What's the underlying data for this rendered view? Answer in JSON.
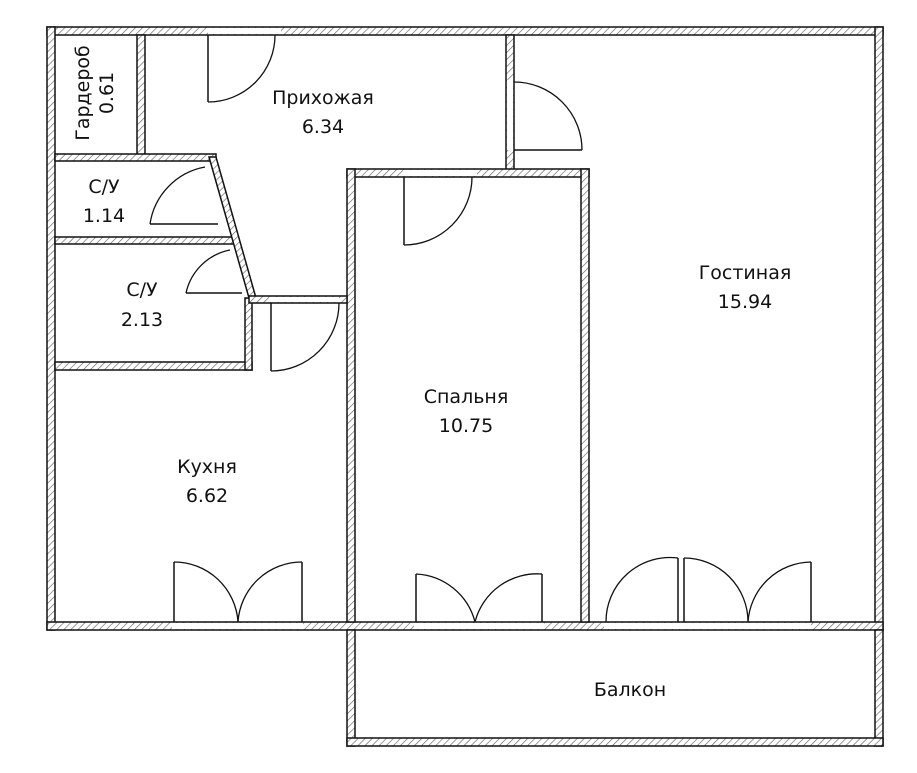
{
  "plan": {
    "rooms": [
      {
        "id": "wardrobe",
        "name": "Гардероб",
        "area": "0.61"
      },
      {
        "id": "hallway",
        "name": "Прихожая",
        "area": "6.34"
      },
      {
        "id": "bath1",
        "name": "С/У",
        "area": "1.14"
      },
      {
        "id": "bath2",
        "name": "С/У",
        "area": "2.13"
      },
      {
        "id": "kitchen",
        "name": "Кухня",
        "area": "6.62"
      },
      {
        "id": "bedroom",
        "name": "Спальня",
        "area": "10.75"
      },
      {
        "id": "living",
        "name": "Гостиная",
        "area": "15.94"
      },
      {
        "id": "balcony",
        "name": "Балкон",
        "area": ""
      }
    ]
  },
  "colors": {
    "wall_outline": "#111111",
    "hatch": "#666666",
    "background": "#ffffff"
  }
}
